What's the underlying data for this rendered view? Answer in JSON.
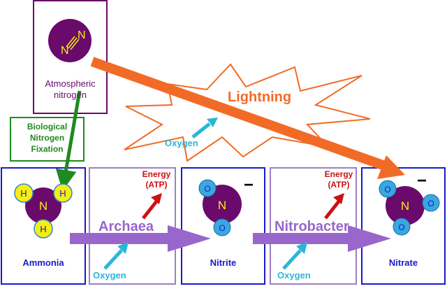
{
  "atmospheric": {
    "label_line1": "Atmospheric",
    "label_line2": "nitrogen",
    "atom_left": "N",
    "atom_right": "N"
  },
  "fixation": {
    "line1": "Biological",
    "line2": "Nitrogen",
    "line3": "Fixation"
  },
  "lightning": {
    "label": "Lightning"
  },
  "oxygen_label": "Oxygen",
  "energy": {
    "line1": "Energy",
    "line2": "(ATP)"
  },
  "ammonia": {
    "label": "Ammonia",
    "center_atom": "N",
    "outer_atom": "H"
  },
  "nitrite": {
    "label": "Nitrite",
    "center_atom": "N",
    "outer_atom": "O",
    "charge": "−"
  },
  "nitrate": {
    "label": "Nitrate",
    "center_atom": "N",
    "outer_atom": "O",
    "charge": "−"
  },
  "archaea": {
    "label": "Archaea"
  },
  "nitrobacter": {
    "label": "Nitrobacter"
  },
  "colors": {
    "box_blue": "#1a1acc",
    "box_purple": "#9b80c0",
    "dark_purple": "#6a0a6a",
    "orange": "#f26b26",
    "green": "#1f8a1f",
    "red": "#cc1111",
    "cyan": "#2bb6d8",
    "lavender_arrow": "#9966cc",
    "hydrogen_yellow": "#f5ee10",
    "oxygen_blue": "#39a8df"
  }
}
